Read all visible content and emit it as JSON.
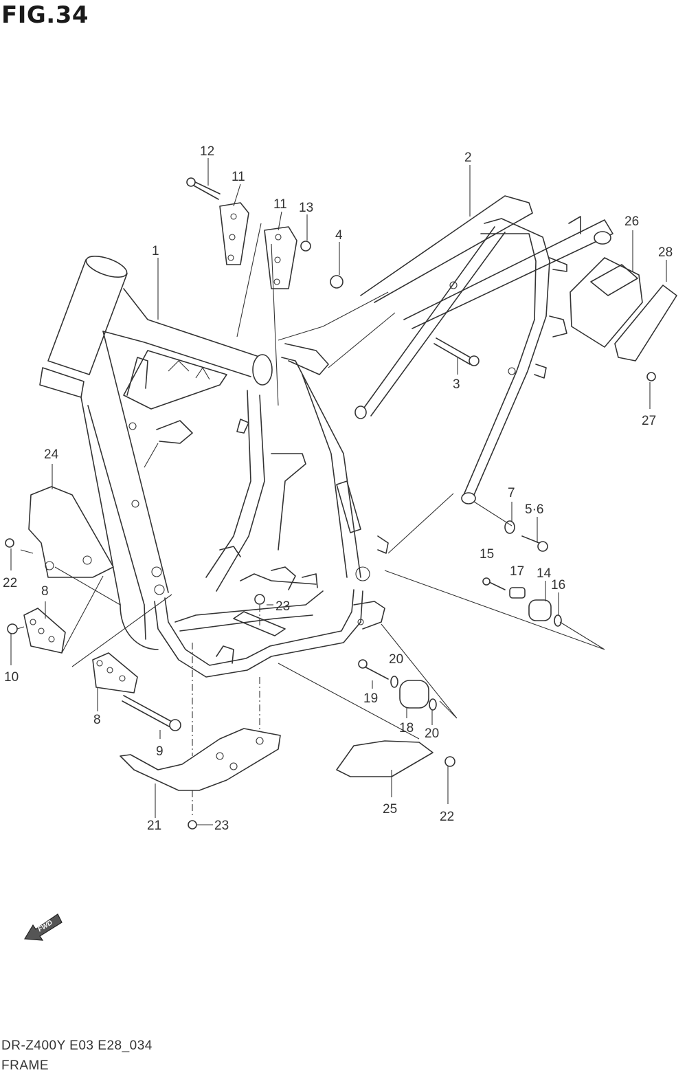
{
  "figure": {
    "title": "FIG.34",
    "code": "DR-Z400Y E03 E28_034",
    "name": "FRAME",
    "fwd_label": "FWD"
  },
  "parts": [
    "1",
    "2",
    "3",
    "4",
    "5·6",
    "7",
    "8",
    "8",
    "9",
    "10",
    "11",
    "11",
    "12",
    "13",
    "14",
    "15",
    "16",
    "17",
    "18",
    "19",
    "20",
    "20",
    "21",
    "22",
    "22",
    "22",
    "23",
    "23",
    "24",
    "25",
    "26",
    "27",
    "28"
  ]
}
